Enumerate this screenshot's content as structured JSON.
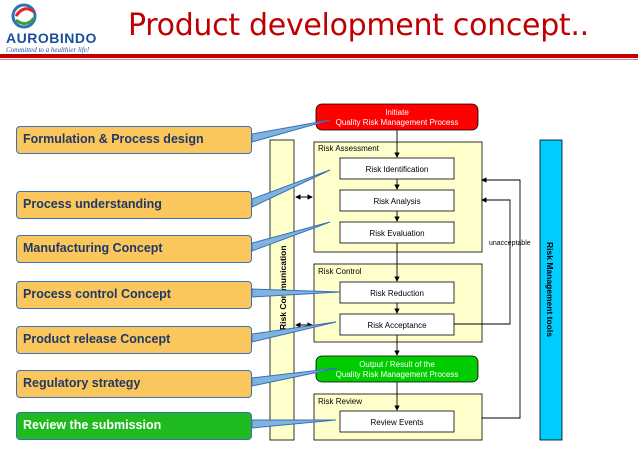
{
  "header": {
    "logo_name": "AUROBINDO",
    "logo_tagline": "Committed to a healthier life!",
    "title": "Product development concept.."
  },
  "callouts": [
    {
      "label": "Formulation & Process design",
      "color": "#fbc75c"
    },
    {
      "label": "Process understanding",
      "color": "#fbc75c"
    },
    {
      "label": "Manufacturing Concept",
      "color": "#fbc75c"
    },
    {
      "label": "Process control Concept",
      "color": "#fbc75c"
    },
    {
      "label": "Product release Concept",
      "color": "#fbc75c"
    },
    {
      "label": "Regulatory strategy",
      "color": "#fbc75c"
    },
    {
      "label": "Review the submission",
      "color": "#1eba1e"
    }
  ],
  "flowchart": {
    "initiate_line1": "Initiate",
    "initiate_line2": "Quality Risk Management Process",
    "risk_assessment": "Risk Assessment",
    "risk_identification": "Risk Identification",
    "risk_analysis": "Risk Analysis",
    "risk_evaluation": "Risk Evaluation",
    "risk_control": "Risk Control",
    "risk_reduction": "Risk Reduction",
    "risk_acceptance": "Risk Acceptance",
    "output_line1": "Output / Result of the",
    "output_line2": "Quality Risk Management Process",
    "risk_review": "Risk Review",
    "review_events": "Review Events",
    "unacceptable": "unacceptable",
    "risk_communication": "Risk Communication",
    "risk_management_tools": "Risk Management tools"
  },
  "colors": {
    "title": "#c00000",
    "callout": "#fbc75c",
    "callout_final": "#1eba1e",
    "side_bar": "#ffffcc",
    "tools_bar": "#00ccff",
    "initiate": "#ff0000",
    "output": "#00cc00"
  }
}
